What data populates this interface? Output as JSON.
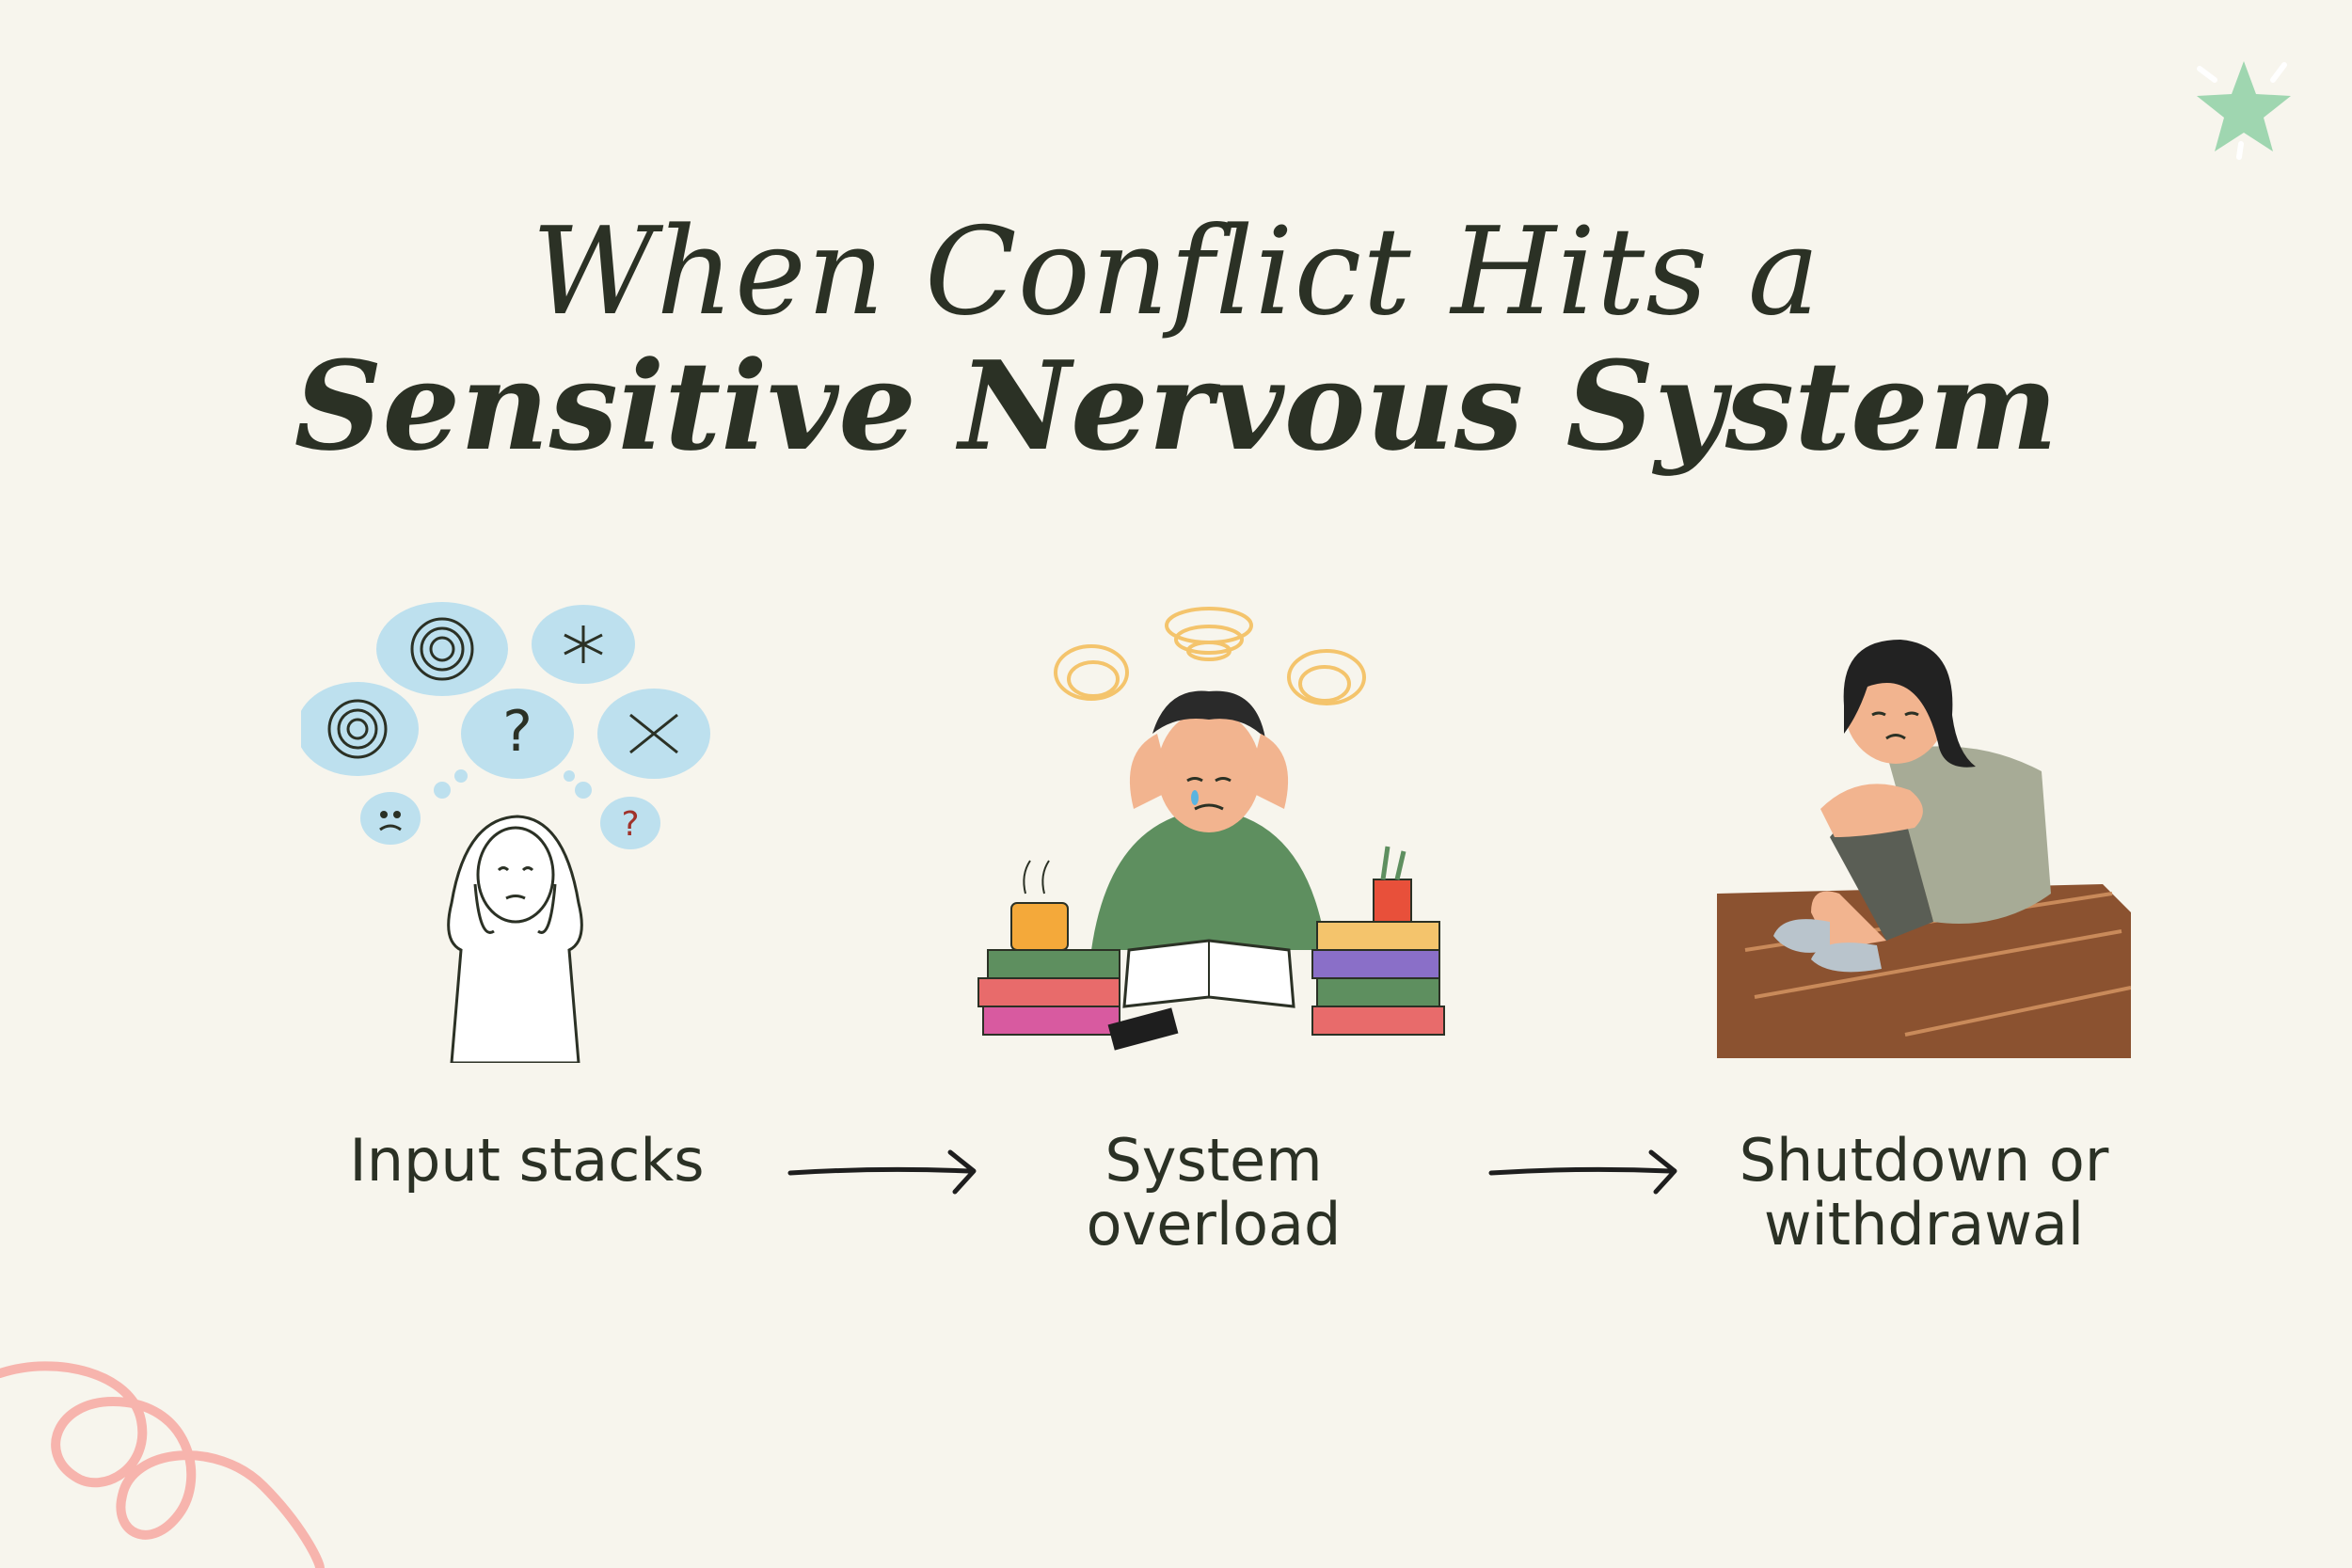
{
  "title": {
    "line1": "When Conflict Hits a",
    "line2": "Sensitive Nervous System"
  },
  "steps": [
    {
      "lines": [
        "Input stacks"
      ],
      "icon": "overwhelmed-thoughts-illustration"
    },
    {
      "lines": [
        "System",
        "overload"
      ],
      "icon": "stressed-student-illustration"
    },
    {
      "lines": [
        "Shutdown or",
        "withdrawal"
      ],
      "icon": "withdrawn-person-illustration"
    }
  ],
  "colors": {
    "background": "#f7f5ed",
    "text": "#2b3125",
    "cloud": "#bde0ee",
    "swirl": "#f4c46c",
    "shirt_green": "#5e8f5f",
    "floor": "#8b5230",
    "star": "#9fd6b0",
    "squiggle": "#f7b4ad"
  }
}
